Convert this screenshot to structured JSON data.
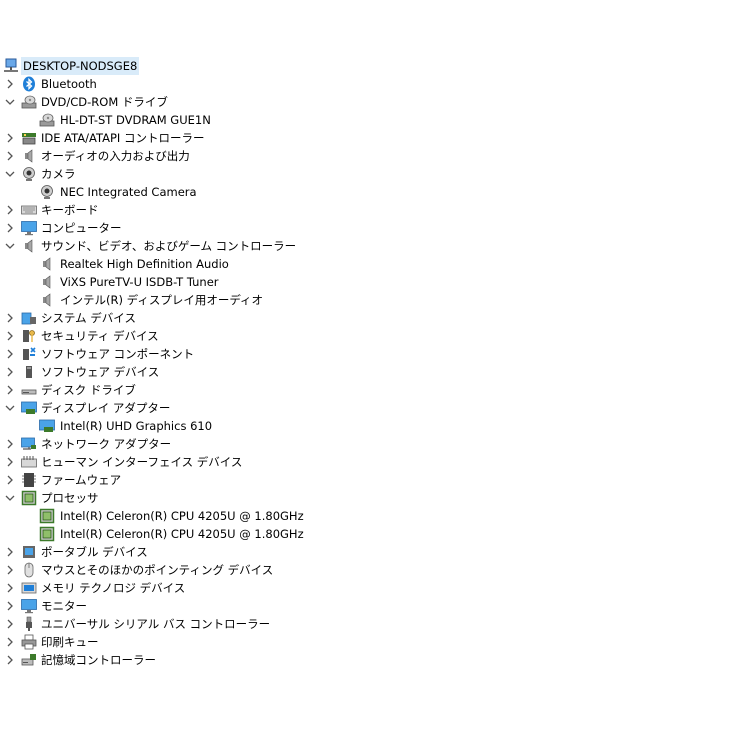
{
  "tree": {
    "root": {
      "label": "DESKTOP-NODSGE8",
      "icon": "computer-network-icon"
    },
    "items": [
      {
        "label": "Bluetooth",
        "icon": "bluetooth-icon",
        "state": "collapsed",
        "level": 1
      },
      {
        "label": "DVD/CD-ROM ドライブ",
        "icon": "dvd-drive-icon",
        "state": "expanded",
        "level": 1
      },
      {
        "label": "HL-DT-ST DVDRAM GUE1N",
        "icon": "dvd-drive-icon",
        "state": "leaf",
        "level": 2
      },
      {
        "label": "IDE ATA/ATAPI コントローラー",
        "icon": "ide-controller-icon",
        "state": "collapsed",
        "level": 1
      },
      {
        "label": "オーディオの入力および出力",
        "icon": "speaker-icon",
        "state": "collapsed",
        "level": 1
      },
      {
        "label": "カメラ",
        "icon": "camera-icon",
        "state": "expanded",
        "level": 1
      },
      {
        "label": "NEC Integrated Camera",
        "icon": "camera-icon",
        "state": "leaf",
        "level": 2
      },
      {
        "label": "キーボード",
        "icon": "keyboard-icon",
        "state": "collapsed",
        "level": 1
      },
      {
        "label": "コンピューター",
        "icon": "monitor-icon",
        "state": "collapsed",
        "level": 1
      },
      {
        "label": "サウンド、ビデオ、およびゲーム コントローラー",
        "icon": "speaker-icon",
        "state": "expanded",
        "level": 1
      },
      {
        "label": "Realtek High Definition Audio",
        "icon": "speaker-icon",
        "state": "leaf",
        "level": 2
      },
      {
        "label": "ViXS PureTV-U ISDB-T Tuner",
        "icon": "speaker-icon",
        "state": "leaf",
        "level": 2
      },
      {
        "label": "インテル(R) ディスプレイ用オーディオ",
        "icon": "speaker-icon",
        "state": "leaf",
        "level": 2
      },
      {
        "label": "システム デバイス",
        "icon": "system-folder-icon",
        "state": "collapsed",
        "level": 1
      },
      {
        "label": "セキュリティ デバイス",
        "icon": "key-icon",
        "state": "collapsed",
        "level": 1
      },
      {
        "label": "ソフトウェア コンポーネント",
        "icon": "puzzle-icon",
        "state": "collapsed",
        "level": 1
      },
      {
        "label": "ソフトウェア デバイス",
        "icon": "software-device-icon",
        "state": "collapsed",
        "level": 1
      },
      {
        "label": "ディスク ドライブ",
        "icon": "disk-drive-icon",
        "state": "collapsed",
        "level": 1
      },
      {
        "label": "ディスプレイ アダプター",
        "icon": "display-adapter-icon",
        "state": "expanded",
        "level": 1
      },
      {
        "label": "Intel(R) UHD Graphics 610",
        "icon": "display-adapter-icon",
        "state": "leaf",
        "level": 2
      },
      {
        "label": "ネットワーク アダプター",
        "icon": "network-adapter-icon",
        "state": "collapsed",
        "level": 1
      },
      {
        "label": "ヒューマン インターフェイス デバイス",
        "icon": "hid-icon",
        "state": "collapsed",
        "level": 1
      },
      {
        "label": "ファームウェア",
        "icon": "firmware-icon",
        "state": "collapsed",
        "level": 1
      },
      {
        "label": "プロセッサ",
        "icon": "processor-icon",
        "state": "expanded",
        "level": 1
      },
      {
        "label": "Intel(R) Celeron(R) CPU 4205U @ 1.80GHz",
        "icon": "processor-icon",
        "state": "leaf",
        "level": 2
      },
      {
        "label": "Intel(R) Celeron(R) CPU 4205U @ 1.80GHz",
        "icon": "processor-icon",
        "state": "leaf",
        "level": 2
      },
      {
        "label": "ポータブル デバイス",
        "icon": "portable-device-icon",
        "state": "collapsed",
        "level": 1
      },
      {
        "label": "マウスとそのほかのポインティング デバイス",
        "icon": "mouse-icon",
        "state": "collapsed",
        "level": 1
      },
      {
        "label": "メモリ テクノロジ デバイス",
        "icon": "memory-device-icon",
        "state": "collapsed",
        "level": 1
      },
      {
        "label": "モニター",
        "icon": "monitor-icon",
        "state": "collapsed",
        "level": 1
      },
      {
        "label": "ユニバーサル シリアル バス コントローラー",
        "icon": "usb-icon",
        "state": "collapsed",
        "level": 1
      },
      {
        "label": "印刷キュー",
        "icon": "printer-icon",
        "state": "collapsed",
        "level": 1
      },
      {
        "label": "記憶域コントローラー",
        "icon": "storage-controller-icon",
        "state": "collapsed",
        "level": 1
      }
    ]
  },
  "colors": {
    "selection": "#d9ebf9",
    "chevron": "#555555",
    "icon_blue": "#1f7fd8",
    "icon_gray": "#7a7a7a",
    "icon_green": "#3c7a2a"
  }
}
